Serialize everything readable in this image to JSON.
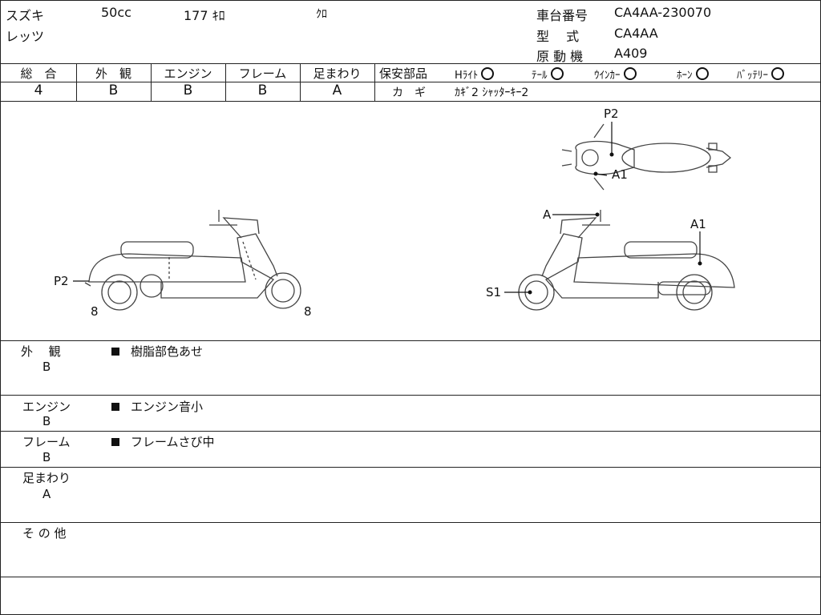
{
  "header": {
    "maker": "スズキ",
    "displacement": "50cc",
    "mileage": "177 ｷﾛ",
    "color": "ｸﾛ",
    "model_name": "レッツ",
    "frame_no_label": "車台番号",
    "frame_no": "CA4AA-230070",
    "type_label": "型　 式",
    "type_value": "CA4AA",
    "engine_label": "原 動 機",
    "engine_value": "A409"
  },
  "grades": [
    {
      "label": "総　合",
      "value": "4"
    },
    {
      "label": "外　観",
      "value": "B"
    },
    {
      "label": "エンジン",
      "value": "B"
    },
    {
      "label": "フレーム",
      "value": "B"
    },
    {
      "label": "足まわり",
      "value": "A"
    }
  ],
  "safety": {
    "label": "保安部品",
    "items": [
      "Hﾗｲﾄ",
      "ﾃｰﾙ",
      "ｳｲﾝｶｰ",
      "ﾎｰﾝ",
      "ﾊﾞｯﾃﾘｰ"
    ],
    "key_label": "カ　ギ",
    "key_value": "ｶｷﾞ2 ｼｬｯﾀｰｷｰ2"
  },
  "diagram": {
    "left_labels": [
      "P2",
      "8",
      "8"
    ],
    "right_labels": [
      "P2",
      "A1",
      "A",
      "A1",
      "S1"
    ]
  },
  "details": [
    {
      "label": "外　 観",
      "grade": "B",
      "note": "樹脂部色あせ"
    },
    {
      "label": "エンジン",
      "grade": "B",
      "note": "エンジン音小"
    },
    {
      "label": "フレーム",
      "grade": "B",
      "note": "フレームさび中"
    },
    {
      "label": "足まわり",
      "grade": "A",
      "note": ""
    },
    {
      "label": "そ の 他",
      "grade": "",
      "note": ""
    }
  ]
}
